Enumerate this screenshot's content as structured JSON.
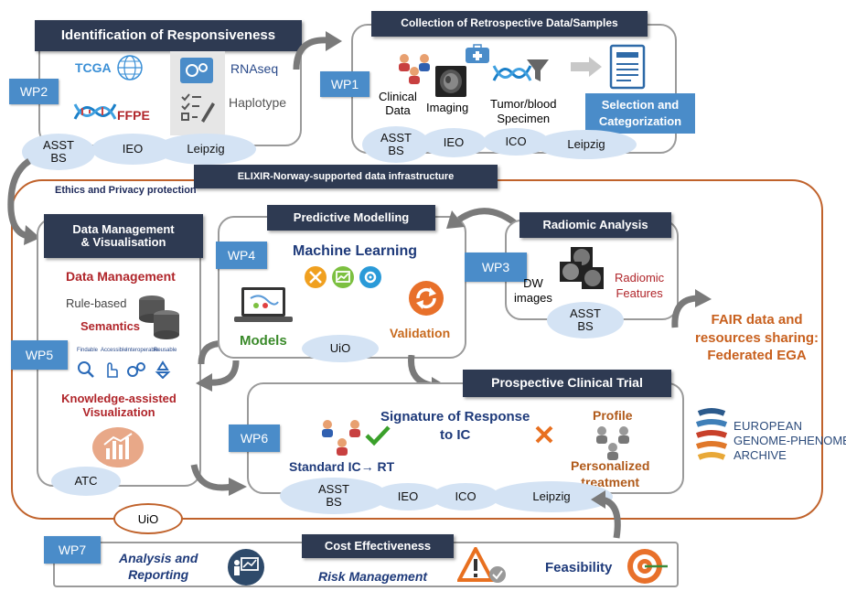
{
  "wp2": {
    "header": "Identification of Responsiveness",
    "wp_label": "WP2",
    "tcga": "TCGA",
    "ffpe": "FFPE",
    "rnaseq": "RNAseq",
    "haplotype": "Haplotype",
    "sites": [
      "ASST\nBS",
      "IEO",
      "Leipzig"
    ]
  },
  "wp1": {
    "header": "Collection of Retrospective Data/Samples",
    "wp_label": "WP1",
    "clinical_data": "Clinical\nData",
    "imaging": "Imaging",
    "tumor": "Tumor/blood\nSpecimen",
    "selection": "Selection and\nCategorization",
    "sites": [
      "ASST\nBS",
      "IEO",
      "ICO",
      "Leipzig"
    ]
  },
  "infrastructure": "ELIXIR-Norway-supported data infrastructure",
  "ethics": "Ethics and Privacy protection",
  "wp5": {
    "header": "Data Management\n& Visualisation",
    "wp_label": "WP5",
    "data_management": "Data Management",
    "rule_based": "Rule-based",
    "semantics": "Semantics",
    "fair_small": [
      "Findable",
      "Accessible",
      "Interoperable",
      "Reusable"
    ],
    "knowledge": "Knowledge-assisted\nVisualization",
    "site": "ATC"
  },
  "wp4": {
    "header": "Predictive Modelling",
    "wp_label": "WP4",
    "machine_learning": "Machine Learning",
    "models": "Models",
    "validation": "Validation",
    "site": "UiO"
  },
  "wp3": {
    "header": "Radiomic Analysis",
    "wp_label": "WP3",
    "dw_images": "DW\nimages",
    "radiomic_features": "Radiomic\nFeatures",
    "site": "ASST\nBS"
  },
  "fair": "FAIR data and\nresources sharing:\nFederated EGA",
  "ega": {
    "line1": "EUROPEAN",
    "line2": "GENOME-PHENOME",
    "line3": "ARCHIVE",
    "colors": [
      "#2b5a8c",
      "#3f7fb8",
      "#c8402a",
      "#e0782a",
      "#e8a838"
    ]
  },
  "wp6": {
    "header": "Prospective Clinical Trial",
    "wp_label": "WP6",
    "signature": "Signature of Response\nto IC",
    "profile": "Profile",
    "standard": "Standard IC→ RT",
    "personalized": "Personalized\ntreatment",
    "sites": [
      "ASST\nBS",
      "IEO",
      "ICO",
      "Leipzig"
    ]
  },
  "uio_bottom": "UiO",
  "wp7": {
    "wp_label": "WP7",
    "header": "Cost Effectiveness",
    "analysis": "Analysis and\nReporting",
    "risk": "Risk Management",
    "feasibility": "Feasibility"
  }
}
